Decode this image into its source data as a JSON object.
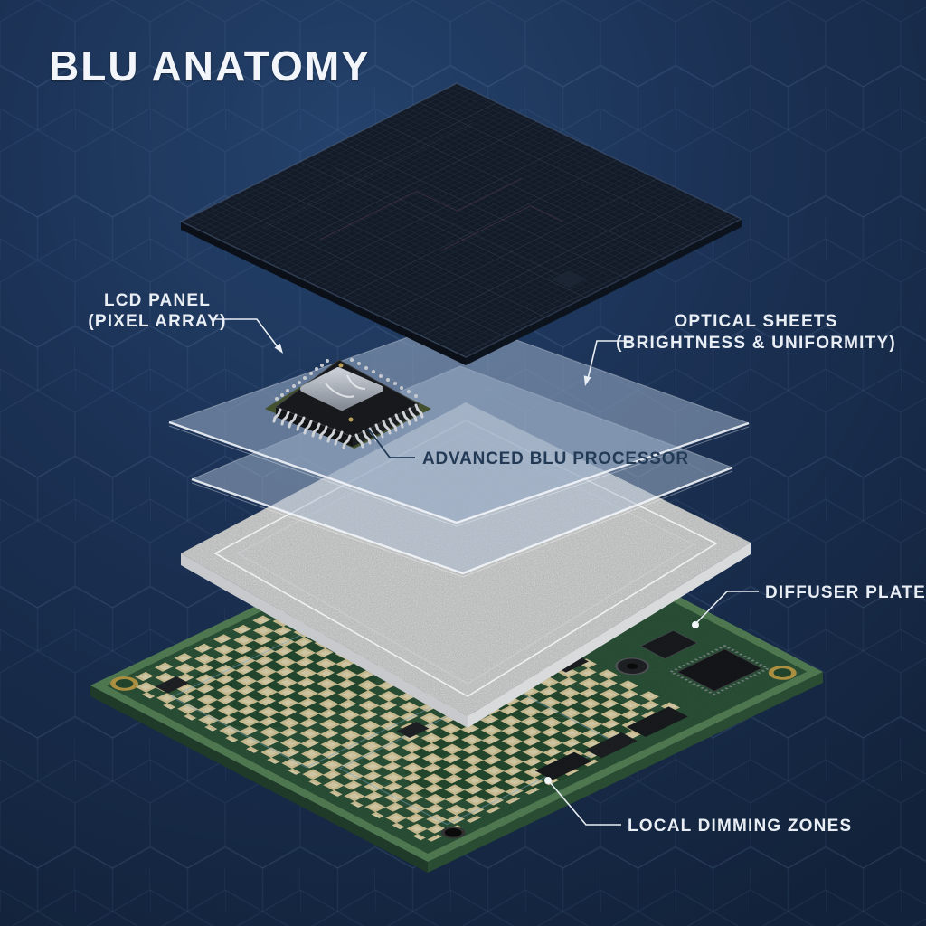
{
  "title": {
    "brand": "BLU",
    "word": "ANATOMY"
  },
  "callouts": {
    "lcd_panel": {
      "line1": "LCD PANEL",
      "line2": "(PIXEL ARRAY)"
    },
    "optical_sheets": {
      "line1": "OPTICAL SHEETS",
      "line2": "(BRIGHTNESS & UNIFORMITY)"
    },
    "processor": {
      "label": "ADVANCED BLU PROCESSOR"
    },
    "diffuser_plate": {
      "label": "DIFFUSER PLATE"
    },
    "local_dimming": {
      "label": "LOCAL DIMMING ZONES"
    }
  },
  "colors": {
    "background": "#1b3154",
    "hexagon_line": "#7da0cd",
    "label_light": "#e9eef5",
    "label_dark": "#223a55",
    "lcd_face": "#131b28",
    "sheet_tint": "#96a9c2",
    "plate_face": "#ebecec",
    "pcb_border": "#5c8c5e",
    "pcb_face": "#2f5a3d",
    "led_cream": "#e5d6a4",
    "zone_outline": "#8fc4e8",
    "chip_body": "#17191c",
    "pin_silver": "#cfd3d8"
  }
}
